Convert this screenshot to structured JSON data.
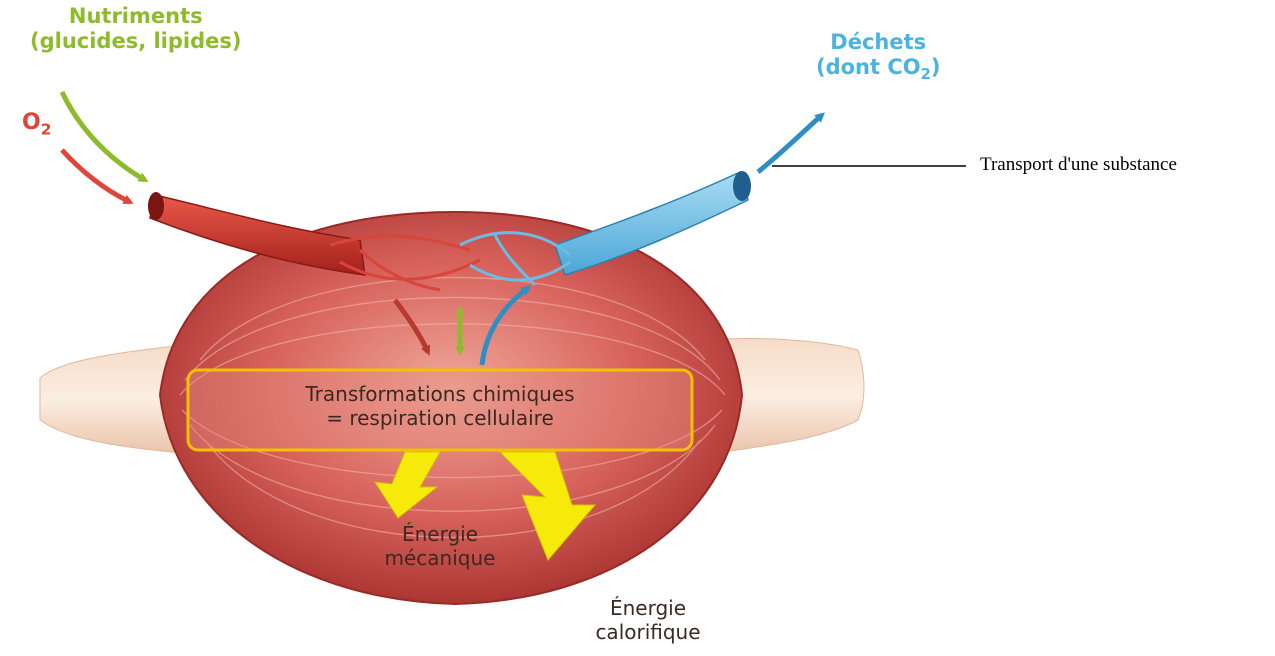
{
  "inputs": {
    "nutrients_line1": "Nutriments",
    "nutrients_line2": "(glucides, lipides)",
    "oxygen": "O",
    "oxygen_sub": "2"
  },
  "outputs": {
    "waste_line1": "Déchets",
    "waste_line2_prefix": "(dont CO",
    "waste_sub": "2",
    "waste_suffix": ")"
  },
  "center_box": {
    "line1": "Transformations chimiques",
    "line2": "= respiration cellulaire"
  },
  "energy": {
    "mechanical_line1": "Énergie",
    "mechanical_line2": "mécanique",
    "heat_line1": "Énergie",
    "heat_line2": "calorifique"
  },
  "annotation": {
    "label": "Transport d'une substance"
  },
  "colors": {
    "nutrients": "#8dbb2a",
    "oxygen": "#e0453a",
    "waste": "#4ab3e0",
    "energy_arrow": "#f5ea0a",
    "box_border": "#f2c200",
    "muscle": "#c8453d"
  }
}
